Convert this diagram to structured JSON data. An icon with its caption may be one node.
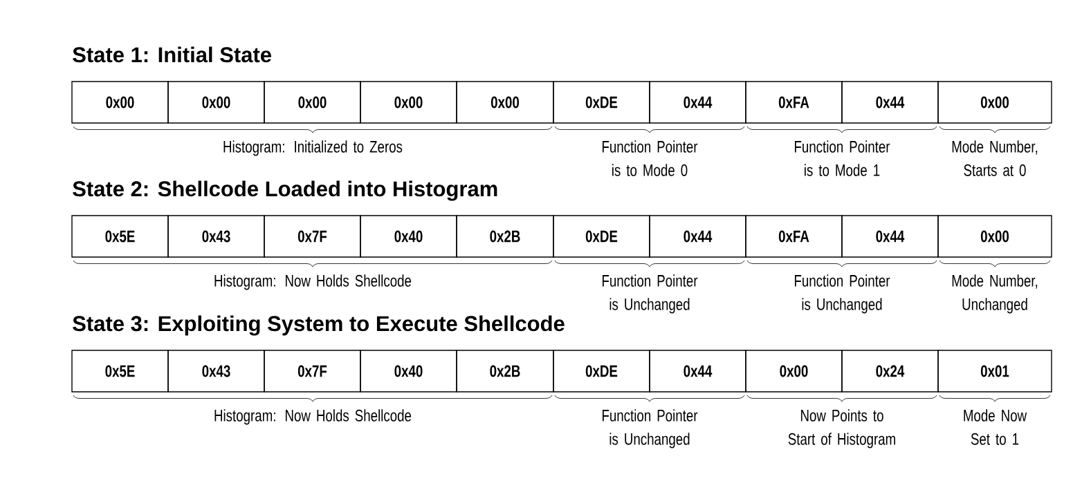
{
  "diagram": {
    "nodes": [
      {
        "text": [
          "0x00"
        ]
      },
      {
        "text": [
          "0x00"
        ]
      },
      {
        "text": [
          "0x00"
        ]
      },
      {
        "text": [
          "0x00"
        ]
      },
      {
        "text": [
          "0x00"
        ]
      },
      {
        "text": [
          "0xDE"
        ]
      },
      {
        "text": [
          "0x44"
        ]
      },
      {
        "text": [
          "0xFA"
        ]
      },
      {
        "text": [
          "0x44"
        ]
      },
      {
        "text": [
          "0x00"
        ]
      },
      {
        "text": [
          "0x5E"
        ]
      },
      {
        "text": [
          "0x43"
        ]
      },
      {
        "text": [
          "0x7F"
        ]
      },
      {
        "text": [
          "0x40"
        ]
      },
      {
        "text": [
          "0x2B"
        ]
      },
      {
        "text": [
          "0xDE"
        ]
      },
      {
        "text": [
          "0x44"
        ]
      },
      {
        "text": [
          "0xFA"
        ]
      },
      {
        "text": [
          "0x44"
        ]
      },
      {
        "text": [
          "0x00"
        ]
      },
      {
        "text": [
          "0x5E"
        ]
      },
      {
        "text": [
          "0x43"
        ]
      },
      {
        "text": [
          "0x7F"
        ]
      },
      {
        "text": [
          "0x40"
        ]
      },
      {
        "text": [
          "0x2B"
        ]
      },
      {
        "text": [
          "0xDE"
        ]
      },
      {
        "text": [
          "0x44"
        ]
      },
      {
        "text": [
          "0x00"
        ]
      },
      {
        "text": [
          "0x24"
        ]
      },
      {
        "text": [
          "0x01"
        ]
      }
    ],
    "labels": [
      "State 1: Initial State",
      "Histogram: Initialized to Zeros",
      "Function Pointer is to Mode 0",
      "Function Pointer is to Mode 1",
      "Mode Number, Starts at 0",
      "State 2: Shellcode Loaded into Histogram",
      "Histogram: Now Holds Shellcode",
      "Function Pointer is Unchanged",
      "Function Pointer is Unchanged",
      "Mode Number, Unchanged",
      "State 3: Exploiting System to Execute Shellcode",
      "Histogram: Now Holds Shellcode",
      "Function Pointer is Unchanged",
      "Now Points to Start of Histogram",
      "Mode Now Set to 1"
    ]
  }
}
